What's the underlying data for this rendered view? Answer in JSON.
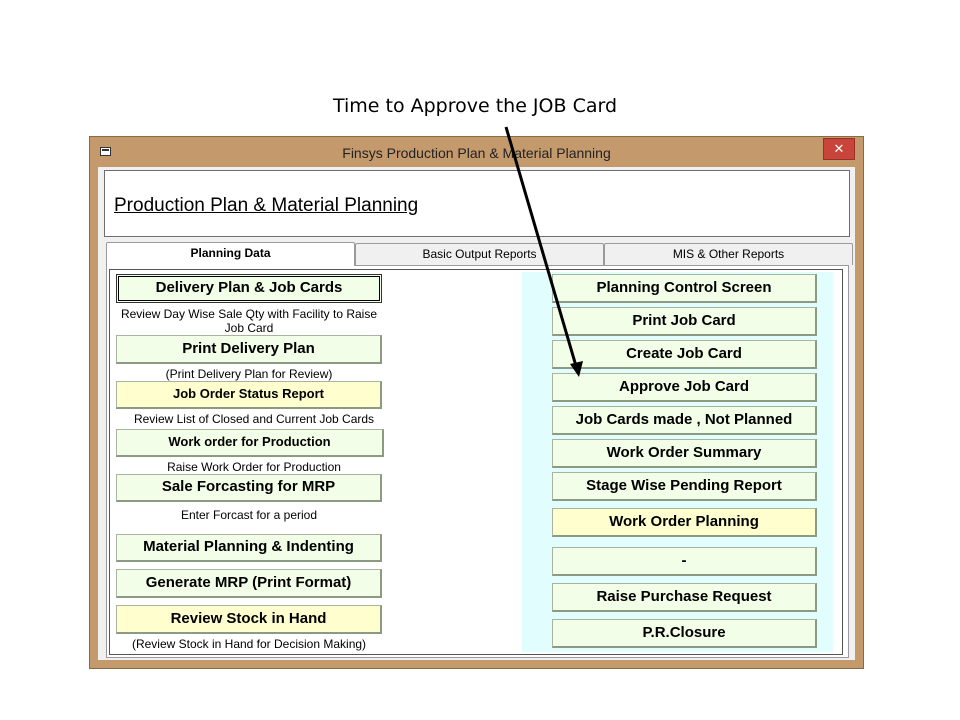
{
  "annotation": "Time to Approve the JOB Card",
  "window": {
    "title": "Finsys Production Plan & Material Planning",
    "close_glyph": "✕"
  },
  "header": {
    "title": "Production Plan & Material Planning"
  },
  "tabs": [
    "Planning Data",
    "Basic Output Reports",
    "MIS & Other Reports"
  ],
  "left": {
    "delivery_plan": "Delivery Plan & Job Cards",
    "delivery_plan_desc": "Review Day Wise Sale Qty with Facility to Raise Job Card",
    "print_delivery": "Print Delivery Plan",
    "print_delivery_desc": "(Print Delivery Plan for Review)",
    "job_order_status": "Job Order Status Report",
    "job_order_status_desc": "Review List of Closed and Current Job Cards",
    "work_order": "Work order for Production",
    "work_order_desc": "Raise Work Order for Production",
    "sale_forecast": "Sale Forcasting for MRP",
    "sale_forecast_desc": "Enter Forcast for a period",
    "material_planning": "Material Planning & Indenting",
    "generate_mrp": "Generate MRP (Print Format)",
    "review_stock": "Review Stock in Hand",
    "review_stock_desc": "(Review Stock in Hand for Decision Making)"
  },
  "right": {
    "planning_control": "Planning Control Screen",
    "print_job_card": "Print Job Card",
    "create_job_card": "Create Job Card",
    "approve_job_card": "Approve Job Card",
    "job_cards_not_planned": "Job Cards made , Not Planned",
    "work_order_summary": "Work Order Summary",
    "stage_pending": "Stage Wise Pending Report",
    "work_order_planning": "Work Order Planning",
    "dash": "-",
    "purchase_request": "Raise Purchase Request",
    "pr_closure": "P.R.Closure"
  },
  "colors": {
    "window_frame": "#c49a6c",
    "button_green": "#f3fee8",
    "button_yellow": "#fefecf",
    "panel_cyan": "#e1fdfd",
    "close_red": "#c9443a"
  }
}
